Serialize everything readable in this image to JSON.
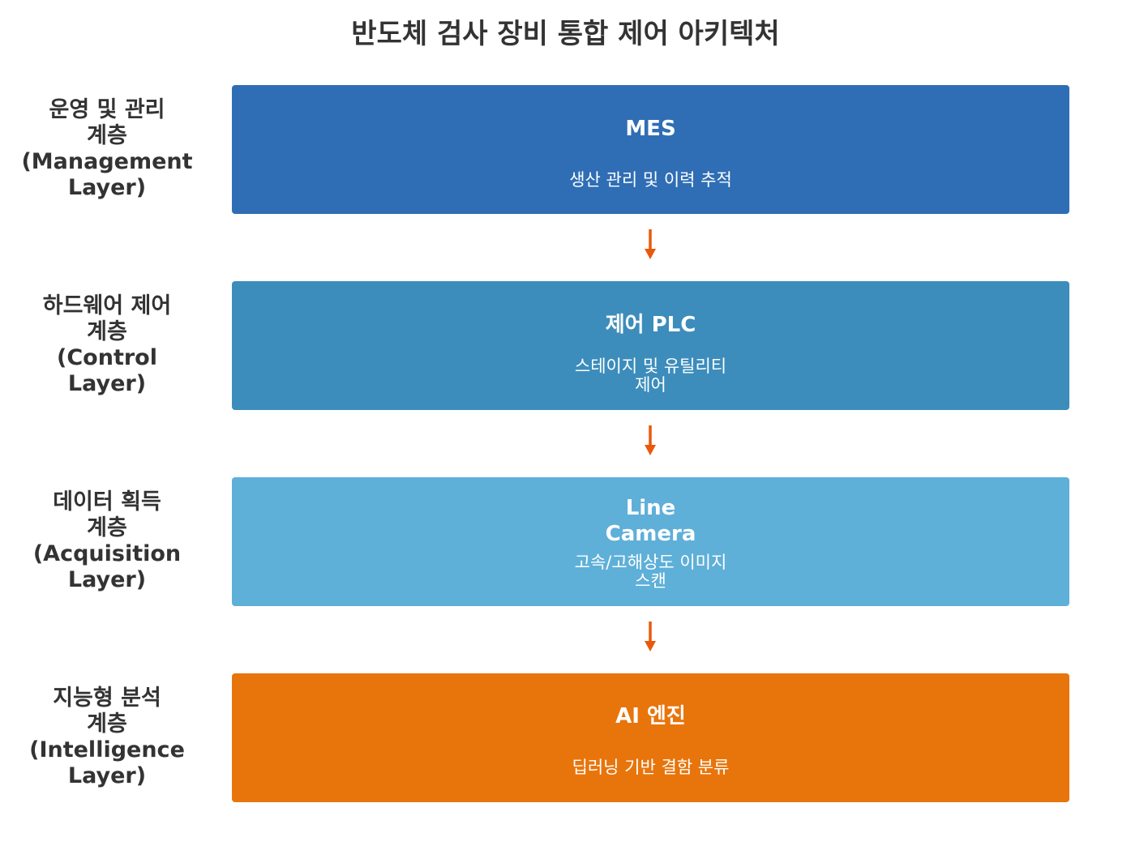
{
  "diagram": {
    "title": "반도체 검사 장비 통합 제어 아키텍처",
    "arrow_color": "#e8590c",
    "layers": [
      {
        "label": "운영 및 관리\n계층\n(Management\nLayer)",
        "box_title": "MES",
        "box_desc": "생산 관리 및 이력 추적",
        "color": "#2f6eb5"
      },
      {
        "label": "하드웨어 제어\n계층\n(Control\nLayer)",
        "box_title": "제어 PLC",
        "box_desc": "스테이지 및 유틸리티\n제어",
        "color": "#3c8dbc"
      },
      {
        "label": "데이터 획득\n계층\n(Acquisition\nLayer)",
        "box_title": "Line\nCamera",
        "box_desc": "고속/고해상도 이미지\n스캔",
        "color": "#5fb0d9"
      },
      {
        "label": "지능형 분석\n계층\n(Intelligence\nLayer)",
        "box_title": "AI 엔진",
        "box_desc": "딥러닝 기반 결함 분류",
        "color": "#e8740c"
      }
    ]
  }
}
